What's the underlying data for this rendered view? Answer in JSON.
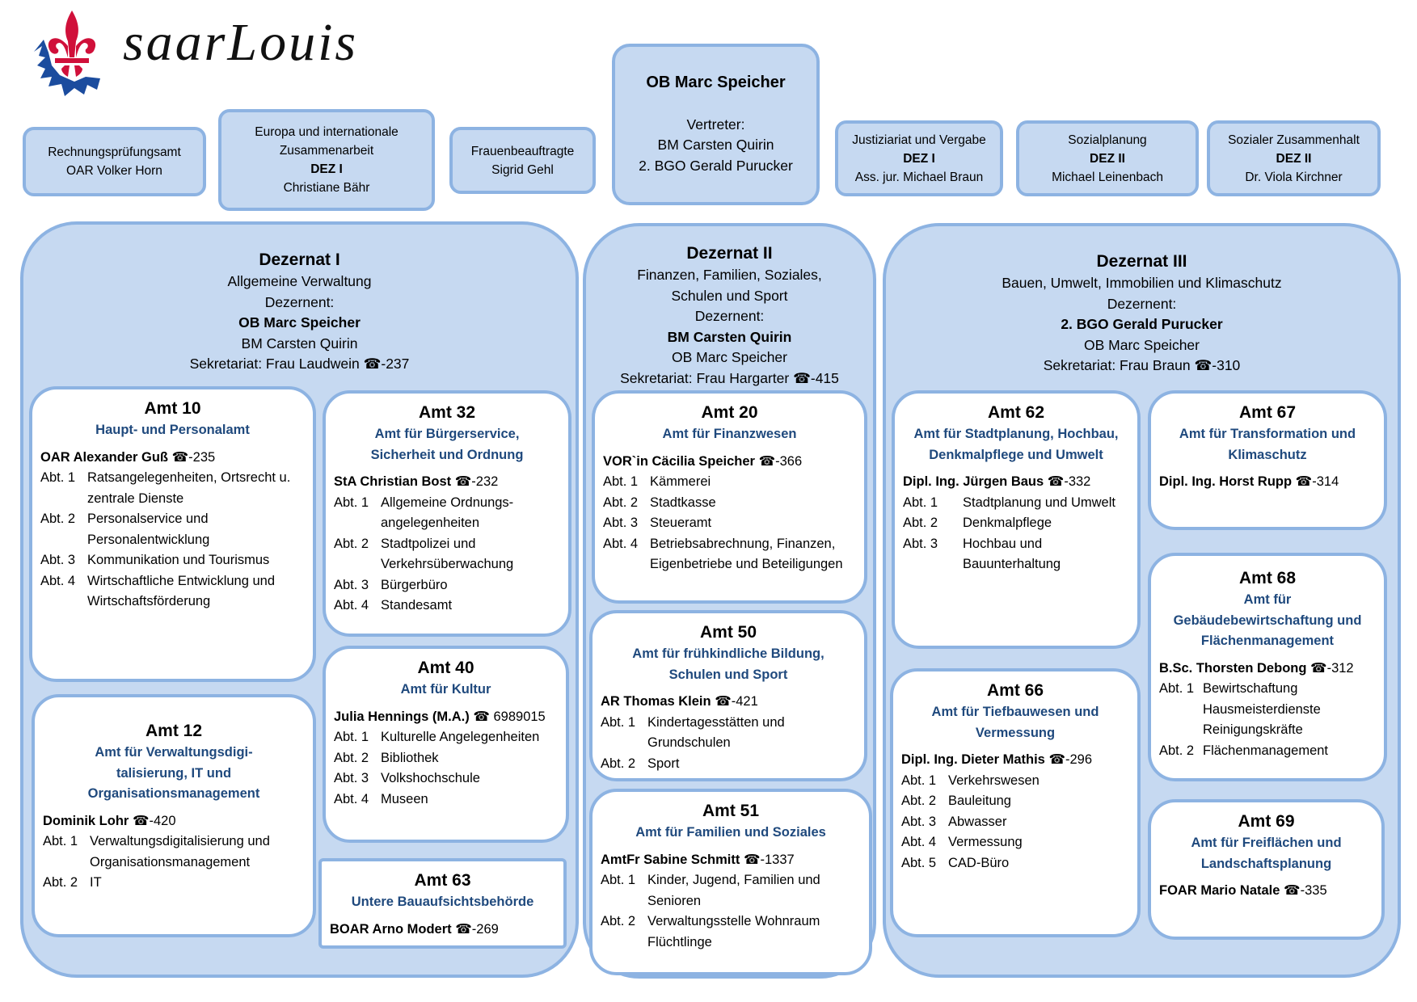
{
  "logo": {
    "text": "saarLouis",
    "colors": {
      "red": "#d0103a",
      "blue": "#1b4c9e"
    }
  },
  "top": {
    "ob": {
      "name": "OB Marc Speicher",
      "vertreter_label": "Vertreter:",
      "v1": "BM Carsten Quirin",
      "v2": "2. BGO Gerald Purucker"
    },
    "boxes": [
      {
        "lines": [
          "Rechnungsprüfungsamt",
          "OAR Volker Horn"
        ],
        "bold": []
      },
      {
        "lines": [
          "Europa und internationale",
          "Zusammenarbeit",
          "DEZ I",
          "Christiane Bähr"
        ],
        "bold": [
          2
        ]
      },
      {
        "lines": [
          "Frauenbeauftragte",
          "Sigrid Gehl"
        ],
        "bold": []
      },
      {
        "lines": [
          "Justiziariat und Vergabe",
          "DEZ I",
          "Ass. jur. Michael Braun"
        ],
        "bold": [
          1
        ]
      },
      {
        "lines": [
          "Sozialplanung",
          "DEZ II",
          "Michael Leinenbach"
        ],
        "bold": [
          1
        ]
      },
      {
        "lines": [
          "Sozialer Zusammenhalt",
          "DEZ II",
          "Dr. Viola Kirchner"
        ],
        "bold": [
          1
        ]
      }
    ]
  },
  "dezernate": [
    {
      "title": "Dezernat I",
      "area": [
        "Allgemeine Verwaltung"
      ],
      "dezernent_label": "Dezernent:",
      "dezernent": "OB Marc Speicher",
      "vertreter": "BM Carsten Quirin",
      "sekretariat": "Sekretariat: Frau Laudwein",
      "phone": "☎-237"
    },
    {
      "title": "Dezernat II",
      "area": [
        "Finanzen, Familien, Soziales,",
        "Schulen und Sport"
      ],
      "dezernent_label": "Dezernent:",
      "dezernent": "BM Carsten Quirin",
      "vertreter": "OB Marc Speicher",
      "sekretariat": "Sekretariat: Frau Hargarter",
      "phone": "☎-415"
    },
    {
      "title": "Dezernat III",
      "area": [
        "Bauen, Umwelt, Immobilien und Klimaschutz"
      ],
      "dezernent_label": "Dezernent:",
      "dezernent": "2. BGO Gerald Purucker",
      "vertreter": "OB Marc Speicher",
      "sekretariat": "Sekretariat: Frau Braun",
      "phone": "☎-310"
    }
  ],
  "aemter": [
    {
      "id": "amt10",
      "title": "Amt 10",
      "subtitle": [
        "Haupt- und Personalamt"
      ],
      "head": "OAR Alexander Guß",
      "phone": "☎-235",
      "abt": [
        {
          "label": "Abt. 1",
          "text": "Ratsangelegenheiten, Ortsrecht u. zentrale Dienste"
        },
        {
          "label": "Abt. 2",
          "text": "Personalservice und Personalentwicklung"
        },
        {
          "label": "Abt. 3",
          "text": "Kommunikation und Tourismus"
        },
        {
          "label": "Abt. 4",
          "text": "Wirtschaftliche Entwicklung und Wirtschaftsförderung"
        }
      ]
    },
    {
      "id": "amt32",
      "title": "Amt 32",
      "subtitle": [
        "Amt für Bürgerservice,",
        "Sicherheit und Ordnung"
      ],
      "head": "StA Christian Bost",
      "phone": "☎-232",
      "abt": [
        {
          "label": "Abt. 1",
          "text": "Allgemeine Ordnungs-angelegenheiten"
        },
        {
          "label": "Abt. 2",
          "text": "Stadtpolizei und Verkehrsüberwachung"
        },
        {
          "label": "Abt. 3",
          "text": "Bürgerbüro"
        },
        {
          "label": "Abt. 4",
          "text": "Standesamt"
        }
      ]
    },
    {
      "id": "amt12",
      "title": "Amt 12",
      "subtitle": [
        "Amt für Verwaltungsdigi-",
        "talisierung, IT und",
        "Organisationsmanagement"
      ],
      "head": "Dominik Lohr",
      "phone": "☎-420",
      "abt": [
        {
          "label": "Abt. 1",
          "text": "Verwaltungsdigitalisierung und Organisationsmanagement"
        },
        {
          "label": "Abt. 2",
          "text": "IT"
        }
      ]
    },
    {
      "id": "amt40",
      "title": "Amt 40",
      "subtitle": [
        "Amt für Kultur"
      ],
      "head": "Julia Hennings (M.A.)",
      "phone": "☎ 6989015",
      "abt": [
        {
          "label": "Abt. 1",
          "text": "Kulturelle Angelegenheiten"
        },
        {
          "label": "Abt. 2",
          "text": "Bibliothek"
        },
        {
          "label": "Abt. 3",
          "text": "Volkshochschule"
        },
        {
          "label": "Abt. 4",
          "text": "Museen"
        }
      ]
    },
    {
      "id": "amt63",
      "title": "Amt 63",
      "subtitle": [
        "Untere Bauaufsichtsbehörde"
      ],
      "head": "BOAR Arno Modert",
      "phone": "☎-269",
      "abt": []
    },
    {
      "id": "amt20",
      "title": "Amt 20",
      "subtitle": [
        "Amt für Finanzwesen"
      ],
      "head": "VOR`in Cäcilia Speicher",
      "phone": "☎-366",
      "abt": [
        {
          "label": "Abt. 1",
          "text": "Kämmerei"
        },
        {
          "label": "Abt. 2",
          "text": "Stadtkasse"
        },
        {
          "label": "Abt. 3",
          "text": "Steueramt"
        },
        {
          "label": "Abt. 4",
          "text": "Betriebsabrechnung, Finanzen, Eigenbetriebe und Beteiligungen"
        }
      ]
    },
    {
      "id": "amt50",
      "title": "Amt 50",
      "subtitle": [
        "Amt für frühkindliche Bildung,",
        "Schulen und Sport"
      ],
      "head": "AR Thomas Klein",
      "phone": "☎-421",
      "abt": [
        {
          "label": "Abt. 1",
          "text": "Kindertagesstätten und Grundschulen"
        },
        {
          "label": "Abt. 2",
          "text": "Sport"
        }
      ]
    },
    {
      "id": "amt51",
      "title": "Amt 51",
      "subtitle": [
        "Amt für Familien und Soziales"
      ],
      "head": "AmtFr Sabine Schmitt",
      "phone": "☎-1337",
      "abt": [
        {
          "label": "Abt. 1",
          "text": "Kinder, Jugend, Familien und Senioren"
        },
        {
          "label": "Abt. 2",
          "text": "Verwaltungsstelle Wohnraum Flüchtlinge"
        }
      ]
    },
    {
      "id": "amt62",
      "title": "Amt 62",
      "subtitle": [
        "Amt für Stadtplanung, Hochbau,",
        "Denkmalpflege und Umwelt"
      ],
      "head": "Dipl. Ing. Jürgen Baus",
      "phone": "☎-332",
      "abt": [
        {
          "label": "Abt. 1",
          "text": "Stadtplanung und Umwelt"
        },
        {
          "label": "Abt. 2",
          "text": "Denkmalpflege"
        },
        {
          "label": "Abt. 3",
          "text": "Hochbau und Bauunterhaltung"
        }
      ]
    },
    {
      "id": "amt67",
      "title": "Amt 67",
      "subtitle": [
        "Amt für Transformation und",
        "Klimaschutz"
      ],
      "head": "Dipl. Ing. Horst Rupp",
      "phone": "☎-314",
      "abt": []
    },
    {
      "id": "amt68",
      "title": "Amt 68",
      "subtitle": [
        "Amt für",
        "Gebäudebewirtschaftung und",
        "Flächenmanagement"
      ],
      "head": "B.Sc. Thorsten Debong",
      "phone": "☎-312",
      "abt": [
        {
          "label": "Abt. 1",
          "text": "Bewirtschaftung Hausmeisterdienste Reinigungskräfte"
        },
        {
          "label": "Abt. 2",
          "text": "Flächenmanagement"
        }
      ]
    },
    {
      "id": "amt66",
      "title": "Amt 66",
      "subtitle": [
        "Amt für Tiefbauwesen und",
        "Vermessung"
      ],
      "head": "Dipl. Ing. Dieter Mathis",
      "phone": "☎-296",
      "abt": [
        {
          "label": "Abt. 1",
          "text": "Verkehrswesen"
        },
        {
          "label": "Abt. 2",
          "text": "Bauleitung"
        },
        {
          "label": "Abt. 3",
          "text": "Abwasser"
        },
        {
          "label": "Abt. 4",
          "text": "Vermessung"
        },
        {
          "label": "Abt. 5",
          "text": "CAD-Büro"
        }
      ]
    },
    {
      "id": "amt69",
      "title": "Amt 69",
      "subtitle": [
        "Amt für Freiflächen und",
        "Landschaftsplanung"
      ],
      "head": "FOAR Mario Natale",
      "phone": "☎-335",
      "abt": []
    }
  ]
}
